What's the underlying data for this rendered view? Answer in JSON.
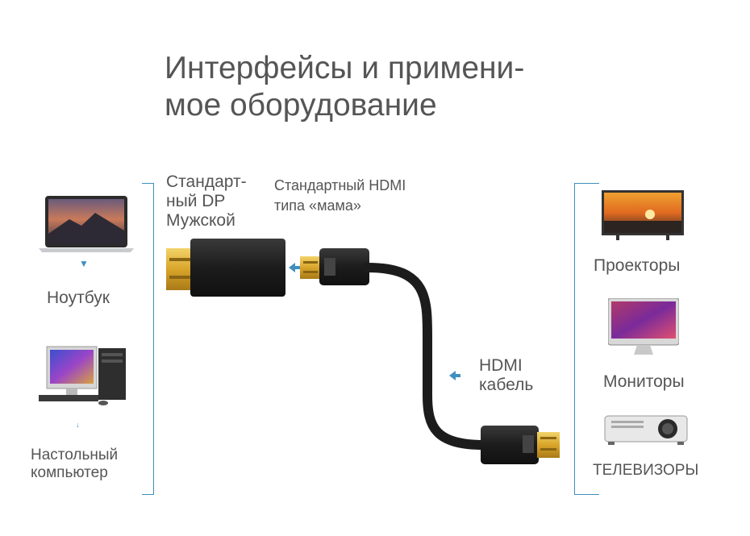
{
  "title": {
    "line1": "Интерфейсы и примени-",
    "line2": "мое оборудование"
  },
  "labels": {
    "dp_male": [
      "Стандарт-",
      "ный DP",
      "Мужской"
    ],
    "hdmi_female": [
      "Стандартный HDMI",
      "типа «мама»"
    ],
    "hdmi_cable": [
      "HDMI",
      "кабель"
    ]
  },
  "sources": [
    {
      "label": "Ноутбук",
      "icon": "laptop-icon"
    },
    {
      "label_lines": [
        "Настольный",
        "компьютер"
      ],
      "icon": "desktop-computer-icon"
    }
  ],
  "displays": [
    {
      "label": "Проекторы",
      "icon": "flat-tv-icon"
    },
    {
      "label": "Мониторы",
      "icon": "monitor-icon"
    },
    {
      "label": "ТЕЛЕВИЗОРЫ",
      "icon": "projector-icon"
    }
  ],
  "colors": {
    "accent": "#3f8fbf",
    "connector_gold": "#d9a52a",
    "cable": "#1c1c1c",
    "text": "#555555"
  }
}
